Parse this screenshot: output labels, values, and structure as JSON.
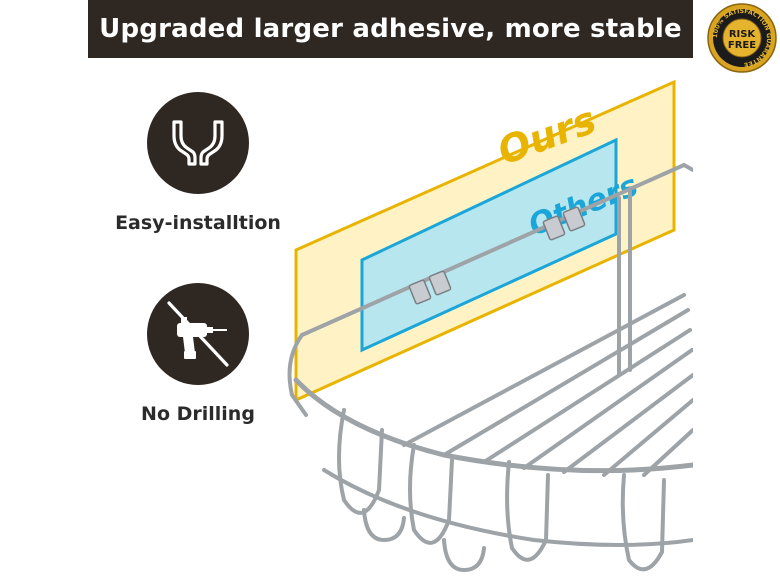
{
  "headline": "Upgraded larger adhesive, more stable",
  "features": [
    {
      "label": "Easy-installtion",
      "icon": "hook-icon"
    },
    {
      "label": "No Drilling",
      "icon": "no-drill-icon"
    }
  ],
  "comparison": {
    "ours_label": "Ours",
    "others_label": "Others"
  },
  "badge": {
    "ring_text": "100% SATISFACTION GUARANTEE",
    "center_line1": "RISK",
    "center_line2": "FREE"
  },
  "colors": {
    "banner": "#2f2721",
    "ours_gold": "#e8b400",
    "others_blue": "#1aa6d8",
    "badge_gold": "#d9a520"
  }
}
